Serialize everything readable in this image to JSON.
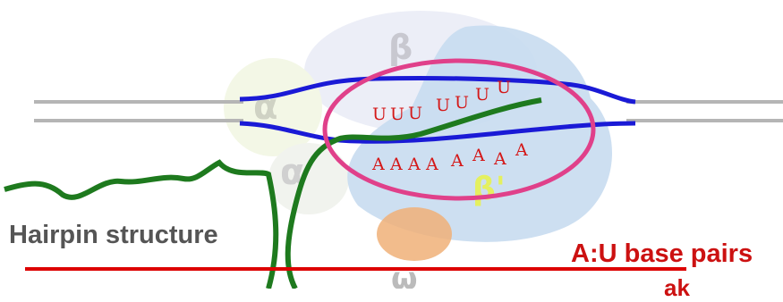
{
  "diagram": {
    "subunit_labels": {
      "beta": "β",
      "alpha_1": "α",
      "alpha_2": "α",
      "beta_prime": "β'",
      "omega": "ω"
    },
    "rna_bases": [
      "U",
      "U",
      "U",
      "U",
      "U",
      "U",
      "U"
    ],
    "dna_bases": [
      "A",
      "A",
      "A",
      "A",
      "A",
      "A",
      "A",
      "A"
    ],
    "captions": {
      "hairpin": "Hairpin structure",
      "pairs": "A:U base pairs",
      "pairs_continued": "ak"
    },
    "colors": {
      "dna_template": "#1a1ad6",
      "rna": "#1e7a1e",
      "highlight_ellipse": "#e0408a",
      "rna_base_text": "#d41818",
      "dna_base_text": "#d41818",
      "beta_prime": "#d8ee55",
      "red_rule": "#dd0000"
    }
  }
}
